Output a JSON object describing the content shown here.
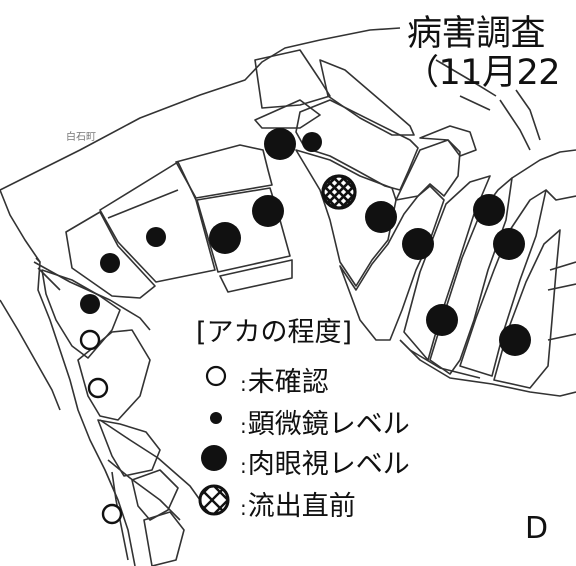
{
  "title": {
    "line1": "病害調査",
    "line2": "（11月22"
  },
  "town_label": "白石町",
  "sheet_label": "D",
  "legend": {
    "title": "[アカの程度]",
    "items": [
      {
        "key": "unconfirmed",
        "label": "未確認"
      },
      {
        "key": "microscope",
        "label": "顕微鏡レベル"
      },
      {
        "key": "naked_eye",
        "label": "肉眼視レベル"
      },
      {
        "key": "just_before_outflow",
        "label": "流出直前"
      }
    ]
  },
  "colors": {
    "ink": "#111111",
    "boundary": "#333333",
    "background": "#ffffff"
  },
  "markers": [
    {
      "level": "naked_eye"
    },
    {
      "level": "microscope"
    },
    {
      "level": "just_before_outflow"
    },
    {
      "level": "naked_eye"
    },
    {
      "level": "naked_eye"
    },
    {
      "level": "microscope"
    },
    {
      "level": "naked_eye"
    },
    {
      "level": "microscope"
    },
    {
      "level": "naked_eye"
    },
    {
      "level": "naked_eye"
    },
    {
      "level": "naked_eye"
    },
    {
      "level": "microscope"
    },
    {
      "level": "naked_eye"
    },
    {
      "level": "naked_eye"
    },
    {
      "level": "unconfirmed"
    },
    {
      "level": "unconfirmed"
    },
    {
      "level": "unconfirmed"
    }
  ]
}
